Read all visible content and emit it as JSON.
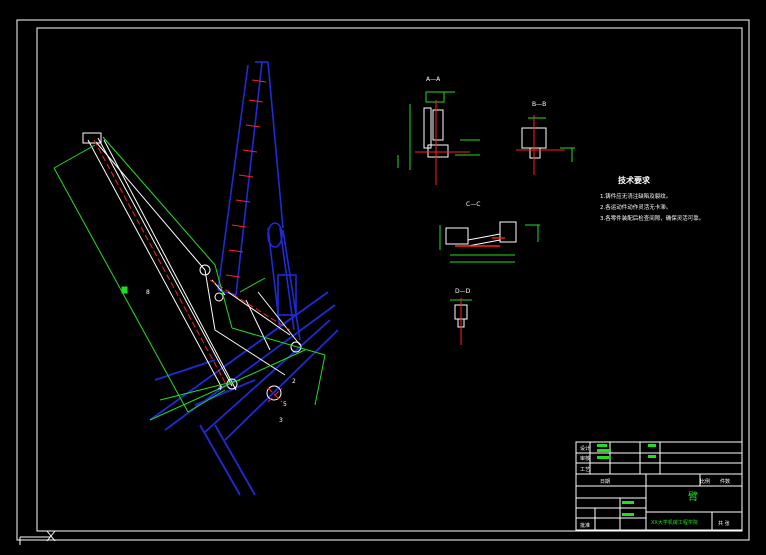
{
  "drawing": {
    "colors": {
      "background": "#000000",
      "frame": "#ffffff",
      "structure": "#1e2bd6",
      "dimension": "#22dd22",
      "center": "#ff2222",
      "text": "#ffffff",
      "cyan": "#2fd0d0",
      "yellow": "#e0e020"
    },
    "tech_requirements": {
      "title": "技术要求",
      "items": [
        "1.铸件应无浇注缺陷及裂纹。",
        "2.各运动件动作灵活无卡滞。",
        "3.各零件装配后检查间隙，确保灵活可靠。"
      ]
    },
    "section_labels": {
      "a": "A—A",
      "b": "B—B",
      "c": "C—C",
      "d": "D—D"
    },
    "title_block": {
      "part_name": "臂",
      "subtitle": "XX大学机械工程学院",
      "row_labels": [
        "设计",
        "审核",
        "工艺",
        "批准"
      ],
      "scale_label": "比例",
      "qty_label": "件数",
      "sheet_label": "共 张",
      "date_label": "日期"
    }
  }
}
